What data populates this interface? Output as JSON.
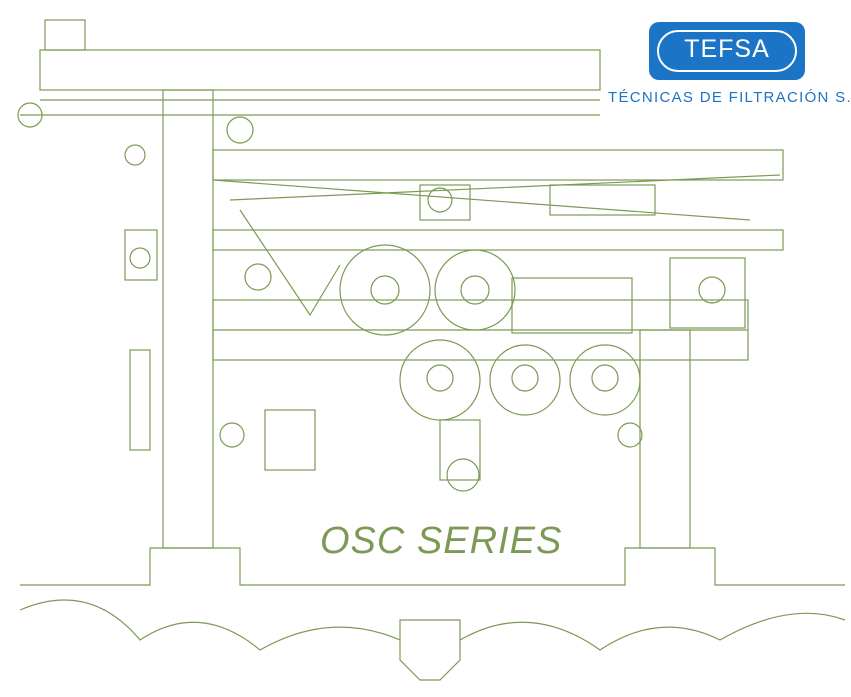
{
  "logo": {
    "name": "TEFSA",
    "tagline": "TÉCNICAS DE FILTRACIÓN S.A.",
    "color": "#1b74c5"
  },
  "title": "OSC SERIES",
  "line_color": "#7c9a55"
}
